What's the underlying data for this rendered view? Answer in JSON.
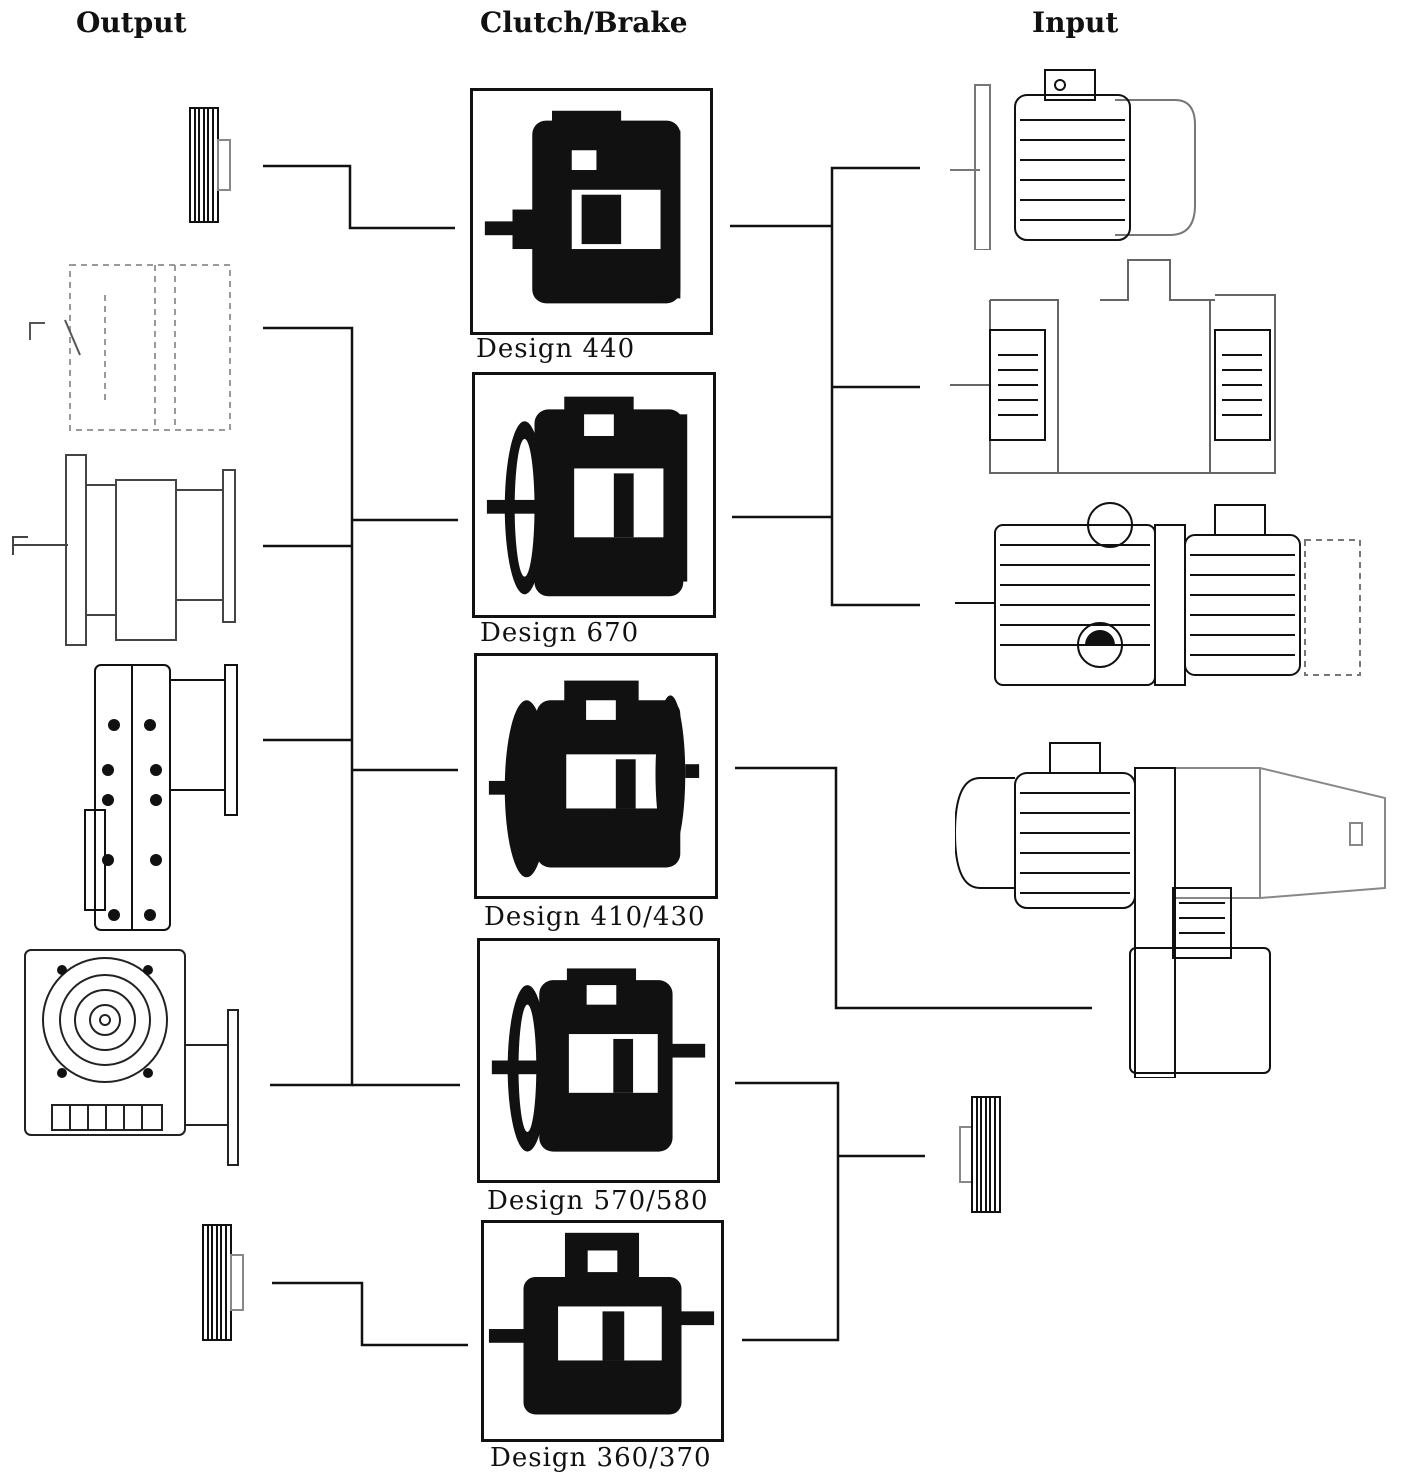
{
  "headers": {
    "output": "Output",
    "clutch_brake": "Clutch/Brake",
    "input": "Input"
  },
  "designs": [
    {
      "label": "Design 440"
    },
    {
      "label": "Design 670"
    },
    {
      "label": "Design 410/430"
    },
    {
      "label": "Design 570/580"
    },
    {
      "label": "Design 360/370"
    }
  ],
  "output_components": [
    "pulley-icon",
    "gearbox-icon",
    "gear-reducer-icon",
    "flange-coupling-icon",
    "worm-gearbox-icon",
    "pulley-icon"
  ],
  "input_components": [
    "motor-icon",
    "dual-motor-icon",
    "gearmotor-icon",
    "inline-motor-icon",
    "pulley-icon"
  ],
  "colors": {
    "ink": "#111111",
    "faint": "#8a8a8a"
  }
}
